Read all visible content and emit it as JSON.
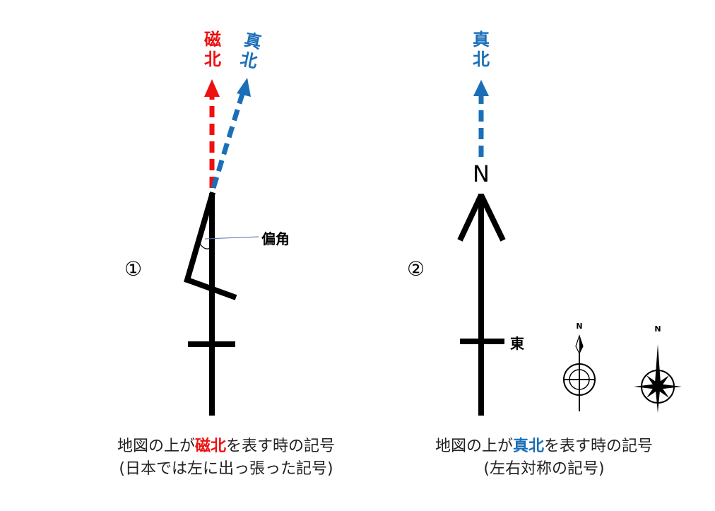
{
  "colors": {
    "magnetic_north": "#EE1111",
    "true_north": "#1A6FB8",
    "symbol": "#000000",
    "caption_text": "#222222"
  },
  "diagram1": {
    "number": "①",
    "magnetic_north_label": [
      "磁",
      "北"
    ],
    "true_north_label": [
      "真",
      "北"
    ],
    "declination_label": "偏角",
    "caption": {
      "line1_before": "地図の上が",
      "line1_highlight": "磁北",
      "line1_after": "を表す時の記号",
      "line2": "(日本では左に出っ張った記号)"
    }
  },
  "diagram2": {
    "number": "②",
    "true_north_label": [
      "真",
      "北"
    ],
    "n_label": "N",
    "east_label": "東",
    "compass_icon_1_label": "N",
    "compass_icon_2_label": "N",
    "caption": {
      "line1_before": "地図の上が",
      "line1_highlight": "真北",
      "line1_after": "を表す時の記号",
      "line2": "(左右対称の記号)"
    }
  }
}
